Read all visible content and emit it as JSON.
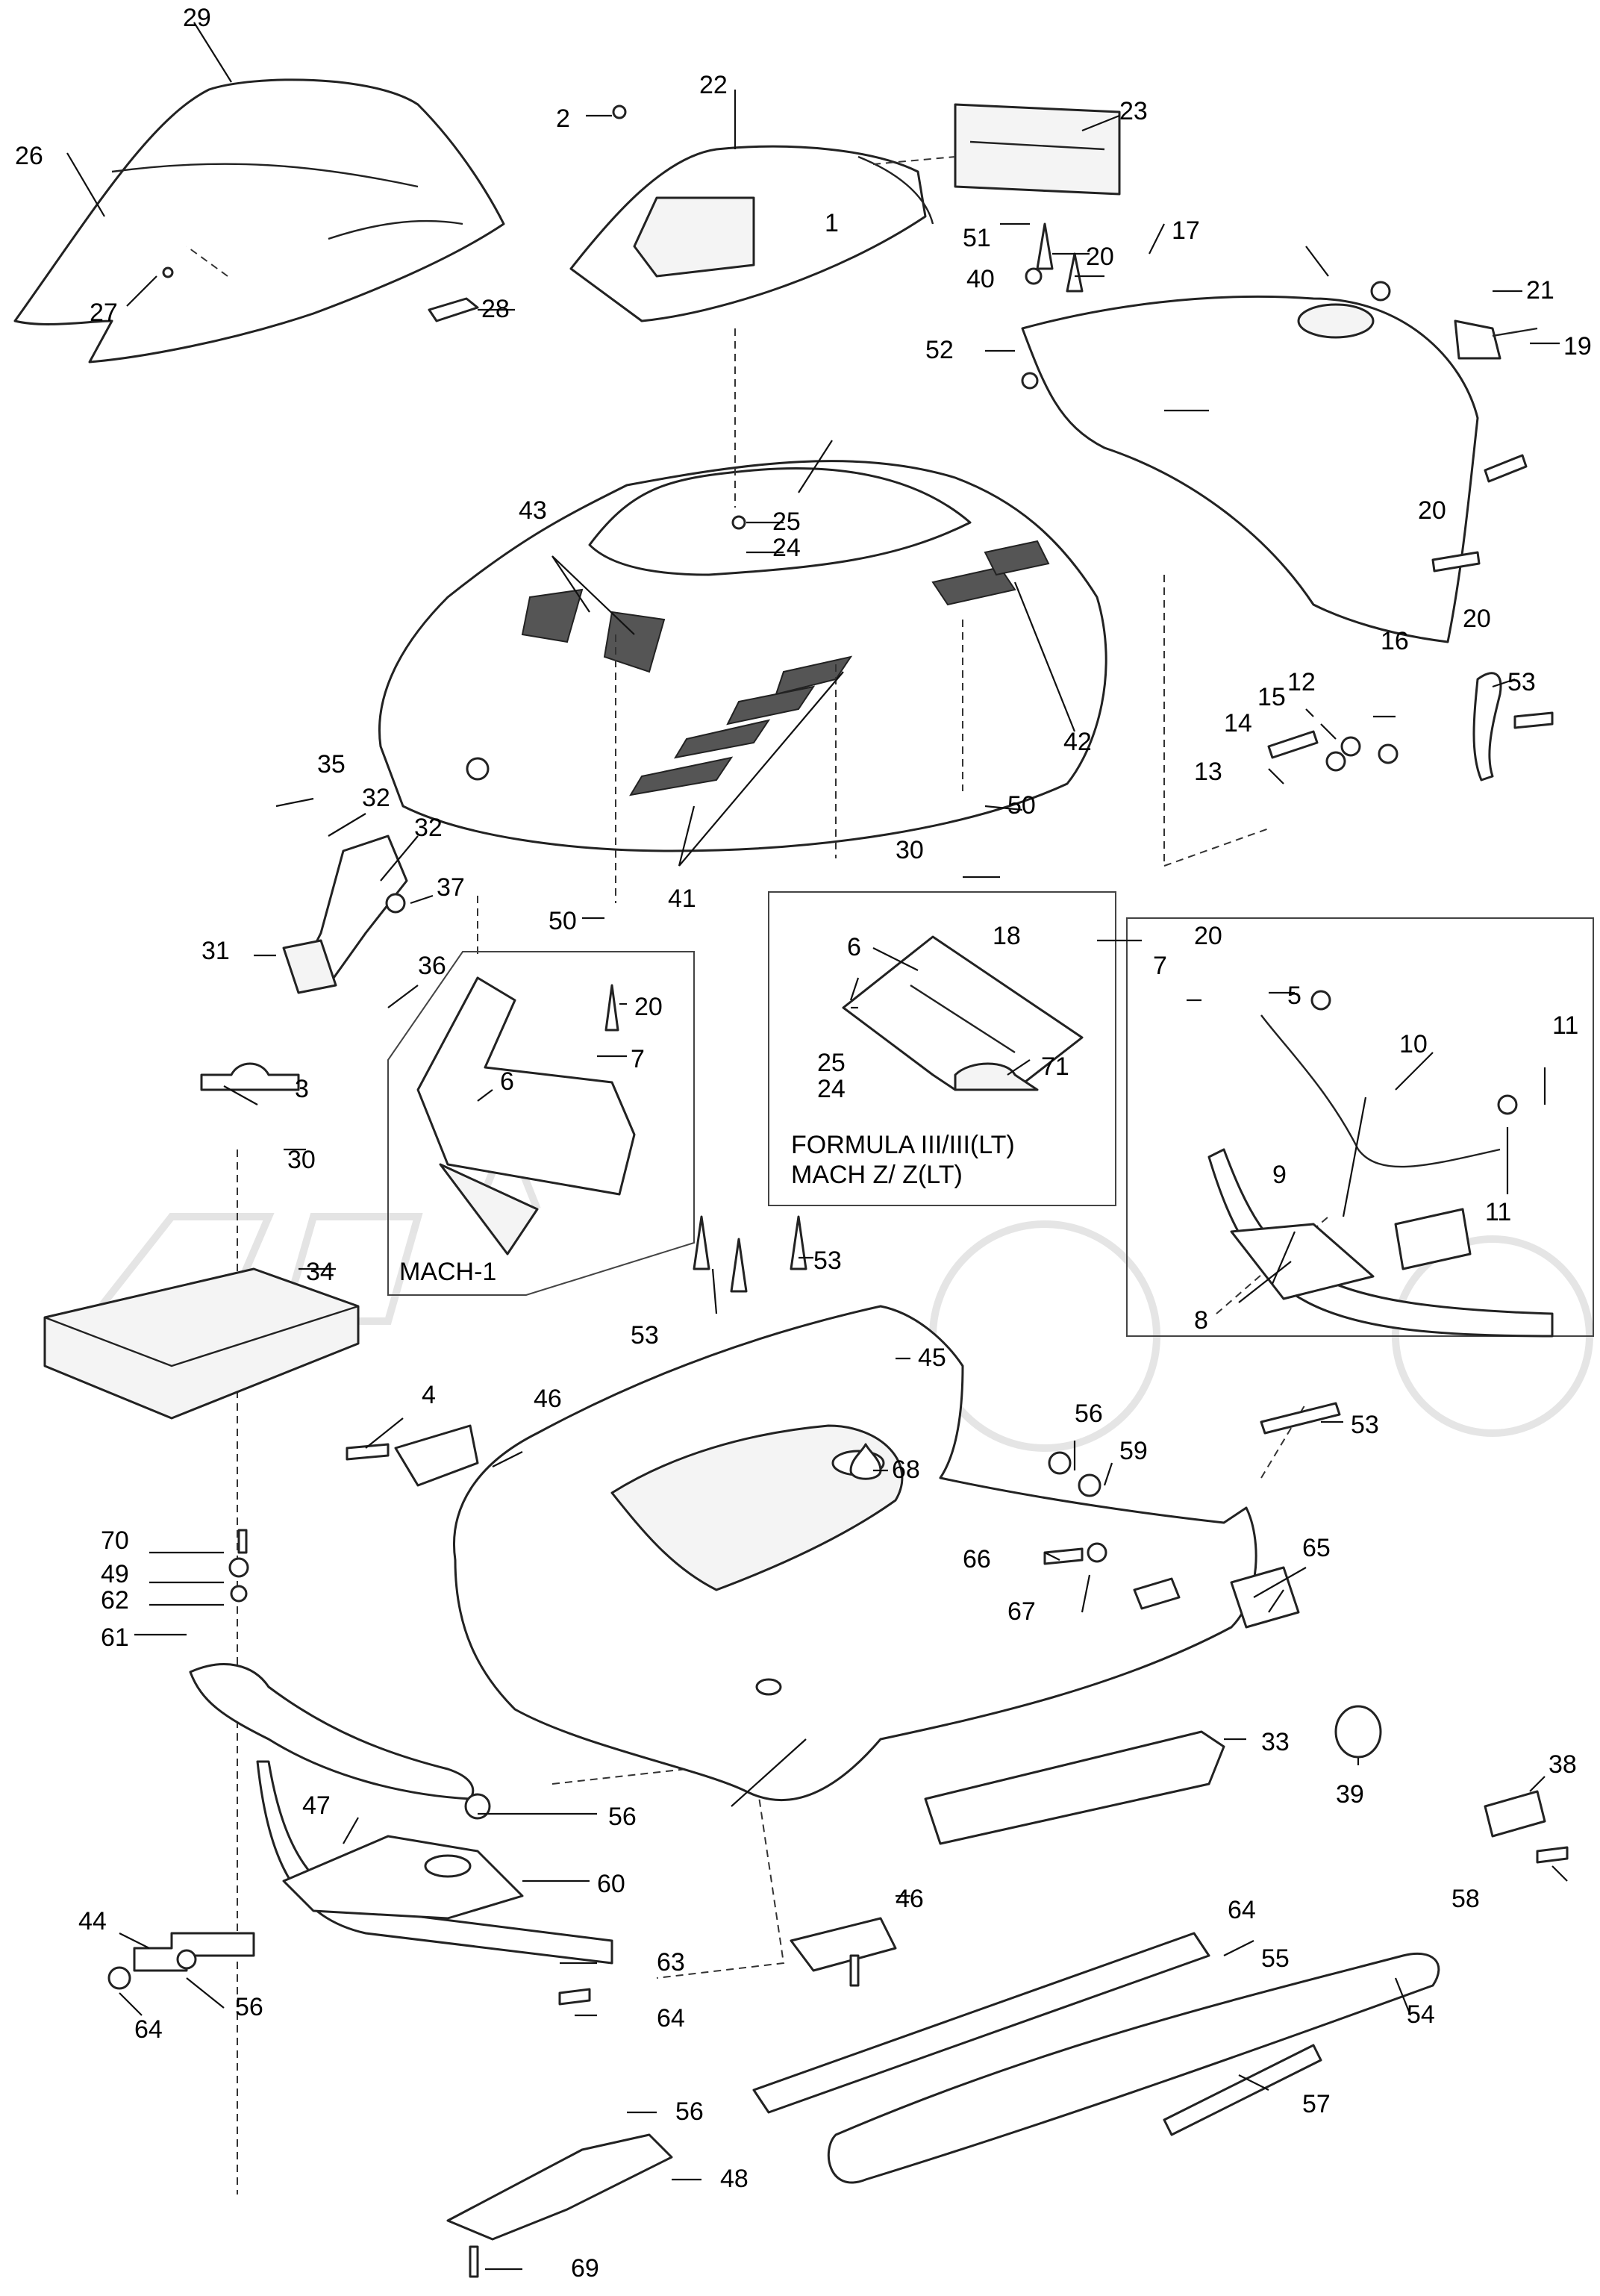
{
  "callouts": [
    "1",
    "2",
    "3",
    "4",
    "5",
    "6",
    "7",
    "8",
    "9",
    "10",
    "11",
    "12",
    "13",
    "14",
    "15",
    "16",
    "17",
    "18",
    "19",
    "20",
    "21",
    "22",
    "23",
    "24",
    "25",
    "26",
    "27",
    "28",
    "29",
    "30",
    "31",
    "32",
    "33",
    "34",
    "35",
    "36",
    "37",
    "38",
    "39",
    "40",
    "41",
    "42",
    "43",
    "44",
    "45",
    "46",
    "47",
    "48",
    "49",
    "50",
    "51",
    "52",
    "53",
    "54",
    "55",
    "56",
    "57",
    "58",
    "59",
    "60",
    "61",
    "62",
    "63",
    "64",
    "65",
    "66",
    "67",
    "68",
    "69",
    "70",
    "71"
  ],
  "inset_labels": {
    "formula": "FORMULA III/III(LT)",
    "mach_z": "MACH Z/ Z(LT)",
    "mach1": "MACH-1"
  }
}
